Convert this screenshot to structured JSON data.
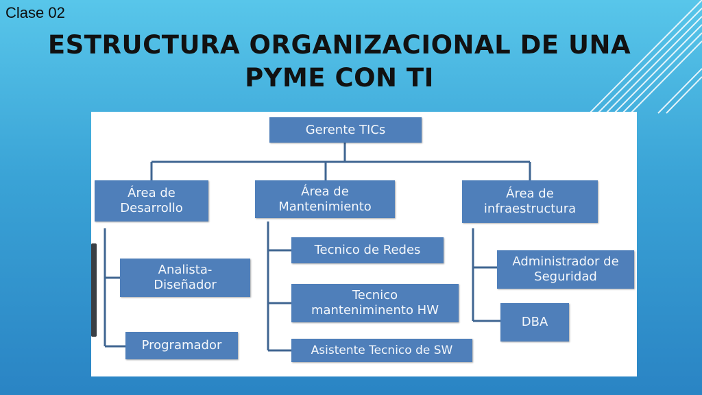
{
  "slide": {
    "subtitle": "Clase 02",
    "title_line1": "ESTRUCTURA ORGANIZACIONAL DE UNA",
    "title_line2": "PYME CON TI"
  },
  "org": {
    "root": "Gerente TICs",
    "areas": [
      {
        "label": "Área de\nDesarrollo",
        "roles": [
          "Analista-\nDiseñador",
          "Programador"
        ]
      },
      {
        "label": "Área de\nMantenimiento",
        "roles": [
          "Tecnico de Redes",
          "Tecnico\nmanteniminento HW",
          "Asistente Tecnico de SW"
        ]
      },
      {
        "label": "Área de\ninfraestructura",
        "roles": [
          "Administrador de\nSeguridad",
          "DBA"
        ]
      }
    ]
  },
  "colors": {
    "node_fill": "#4f7fba",
    "connector": "#3f6591",
    "background_top": "#58c6ea",
    "background_bottom": "#2a84c4"
  }
}
